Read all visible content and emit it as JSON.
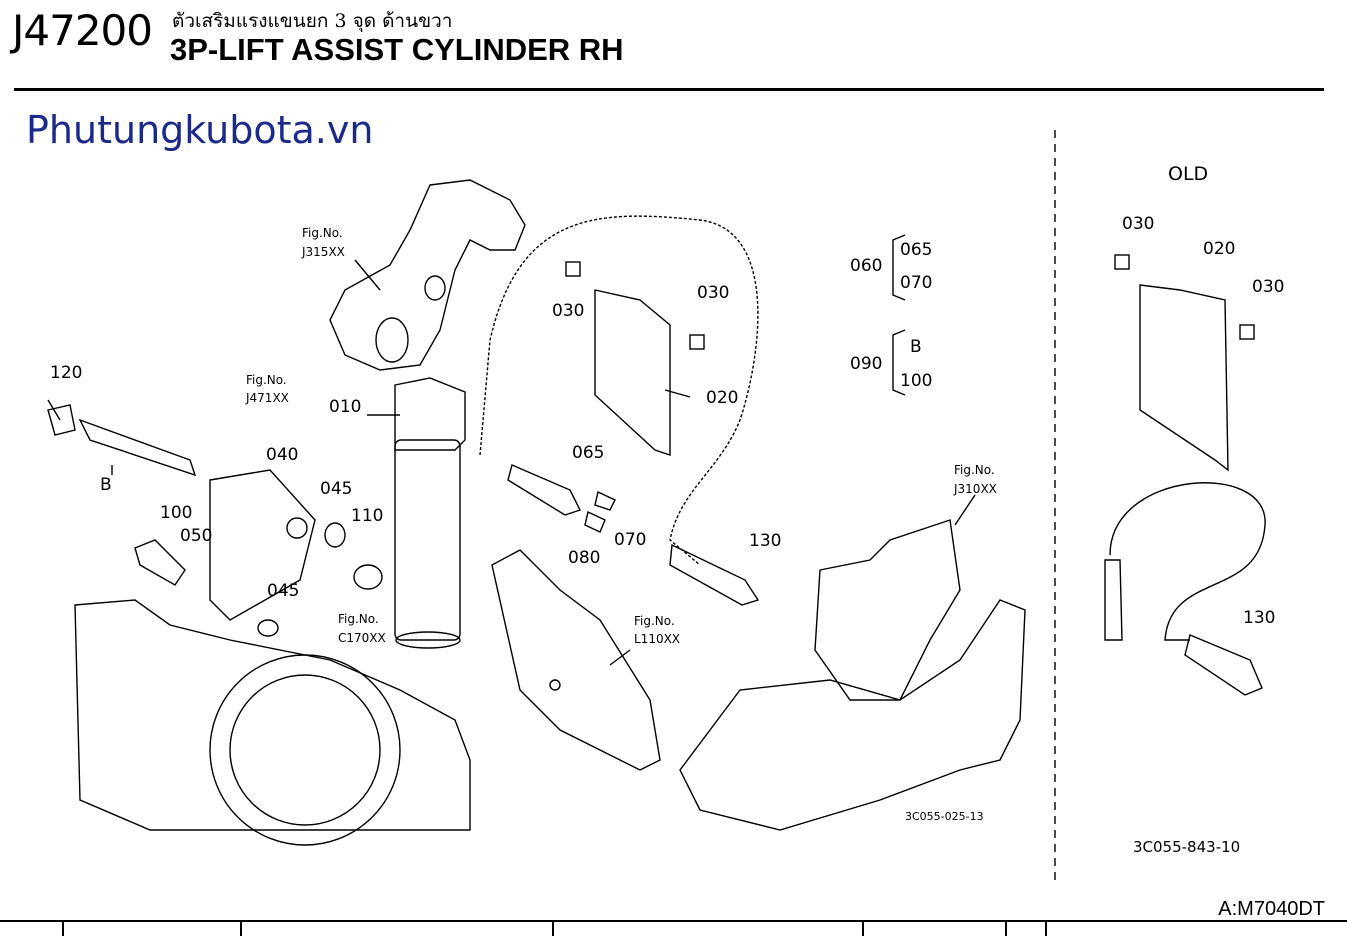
{
  "header": {
    "code": "J47200",
    "thai_title": "ตัวเสริมแรงแขนยก 3 จุด ด้านขวา",
    "title": "3P-LIFT ASSIST CYLINDER RH"
  },
  "watermark": "Phutungkubota.vn",
  "diagram": {
    "main_code": "3C055-025-13",
    "old_code": "3C055-843-10",
    "old_label": "OLD",
    "fig_refs": [
      {
        "fig": "Fig.No.",
        "ref": "J315XX"
      },
      {
        "fig": "Fig.No.",
        "ref": "J471XX"
      },
      {
        "fig": "Fig.No.",
        "ref": "C170XX"
      },
      {
        "fig": "Fig.No.",
        "ref": "L110XX"
      },
      {
        "fig": "Fig.No.",
        "ref": "J310XX"
      }
    ],
    "part_labels": [
      "120",
      "B",
      "100",
      "040",
      "045",
      "050",
      "045",
      "110",
      "010",
      "065",
      "080",
      "070",
      "030",
      "030",
      "020",
      "130",
      "060",
      "065",
      "070",
      "090",
      "B",
      "100",
      "030",
      "020",
      "030",
      "130"
    ]
  },
  "footer": {
    "model": "A:M7040DT"
  }
}
